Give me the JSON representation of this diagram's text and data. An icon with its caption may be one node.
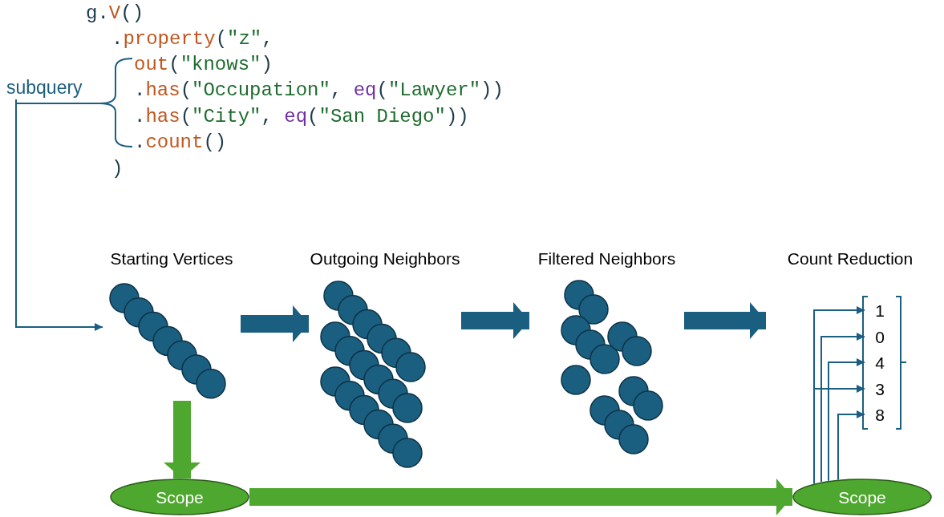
{
  "diagram": {
    "nodes": [
      {
        "text": [
          "subquery"
        ]
      },
      {
        "text": [
          "Starting Vertices"
        ]
      },
      {
        "text": [
          "Outgoing Neighbors"
        ]
      },
      {
        "text": [
          "Filtered Neighbors"
        ]
      },
      {
        "text": [
          "Count Reduction"
        ]
      },
      {
        "text": [
          "1"
        ],
        "in": 4
      },
      {
        "text": [
          "0"
        ],
        "in": 4
      },
      {
        "text": [
          "4"
        ],
        "in": 4
      },
      {
        "text": [
          "3"
        ],
        "in": 4
      },
      {
        "text": [
          "8"
        ],
        "in": 4
      },
      {
        "text": [
          "Scope"
        ]
      },
      {
        "text": [
          "Scope"
        ]
      }
    ],
    "edges": [
      {
        "from": 0,
        "to": 1,
        "arrow": "to"
      },
      {
        "from": 1,
        "to": 2,
        "arrow": "to",
        "style": "thick"
      },
      {
        "from": 2,
        "to": 3,
        "arrow": "to",
        "style": "thick"
      },
      {
        "from": 3,
        "to": 4,
        "arrow": "to",
        "style": "thick"
      },
      {
        "from": 1,
        "to": 10,
        "arrow": "to",
        "style": "thick",
        "color": "#4ea72e"
      },
      {
        "from": 10,
        "to": 11,
        "arrow": "to",
        "style": "thick",
        "color": "#4ea72e"
      },
      {
        "from": 11,
        "to": 5,
        "arrow": "to"
      },
      {
        "from": 11,
        "to": 6,
        "arrow": "to"
      },
      {
        "from": 11,
        "to": 7,
        "arrow": "to"
      },
      {
        "from": 11,
        "to": 8,
        "arrow": "to"
      },
      {
        "from": 11,
        "to": 9,
        "arrow": "to"
      }
    ],
    "labels": [
      "g.V()",
      ".property(\"z\",",
      "out(\"knows\")",
      ".has(\"Occupation\", eq(\"Lawyer\"))",
      ".has(\"City\", eq(\"San Diego\"))",
      ".count()",
      ")"
    ]
  }
}
